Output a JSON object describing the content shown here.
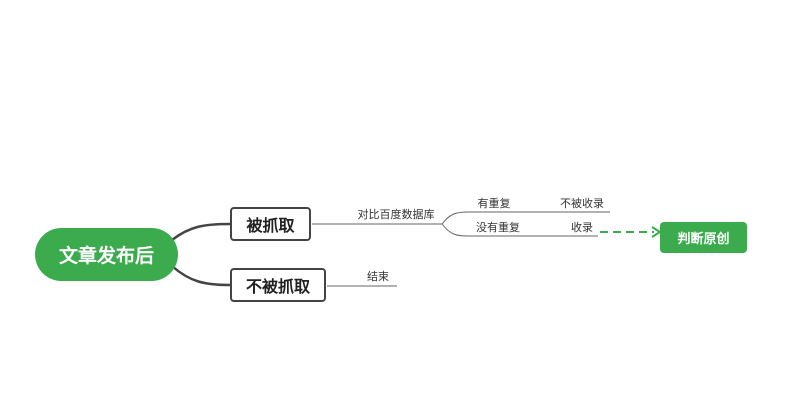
{
  "root": {
    "label": "文章发布后"
  },
  "branches": [
    {
      "label": "被抓取",
      "sub": "对比百度数据库"
    },
    {
      "label": "不被抓取",
      "sub": "结束"
    }
  ],
  "outcomes": [
    {
      "condition": "有重复",
      "result": "不被收录"
    },
    {
      "condition": "没有重复",
      "result": "收录"
    }
  ],
  "final": {
    "label": "判断原创"
  },
  "colors": {
    "accent": "#3bab4e",
    "line": "#444444"
  }
}
